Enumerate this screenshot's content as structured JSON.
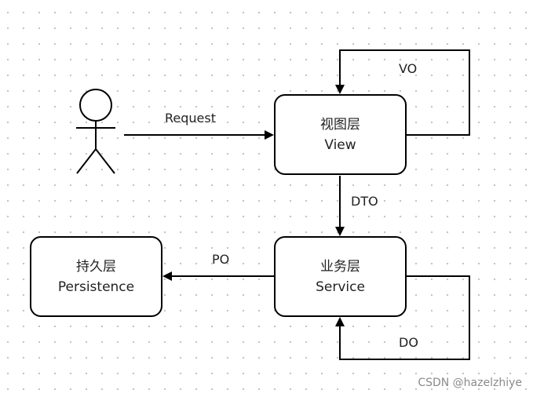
{
  "nodes": {
    "view": {
      "title": "视图层",
      "subtitle": "View"
    },
    "service": {
      "title": "业务层",
      "subtitle": "Service"
    },
    "persistence": {
      "title": "持久层",
      "subtitle": "Persistence"
    }
  },
  "edges": {
    "request": "Request",
    "vo": "VO",
    "dto": "DTO",
    "po": "PO",
    "do": "DO"
  },
  "actor": {
    "icon": "stick-figure-actor-icon"
  },
  "watermark": "CSDN @hazelzhiye",
  "colors": {
    "stroke": "#000000",
    "text": "#222222",
    "grid_dot": "#c4c4c4",
    "watermark": "#8a8a8a"
  }
}
